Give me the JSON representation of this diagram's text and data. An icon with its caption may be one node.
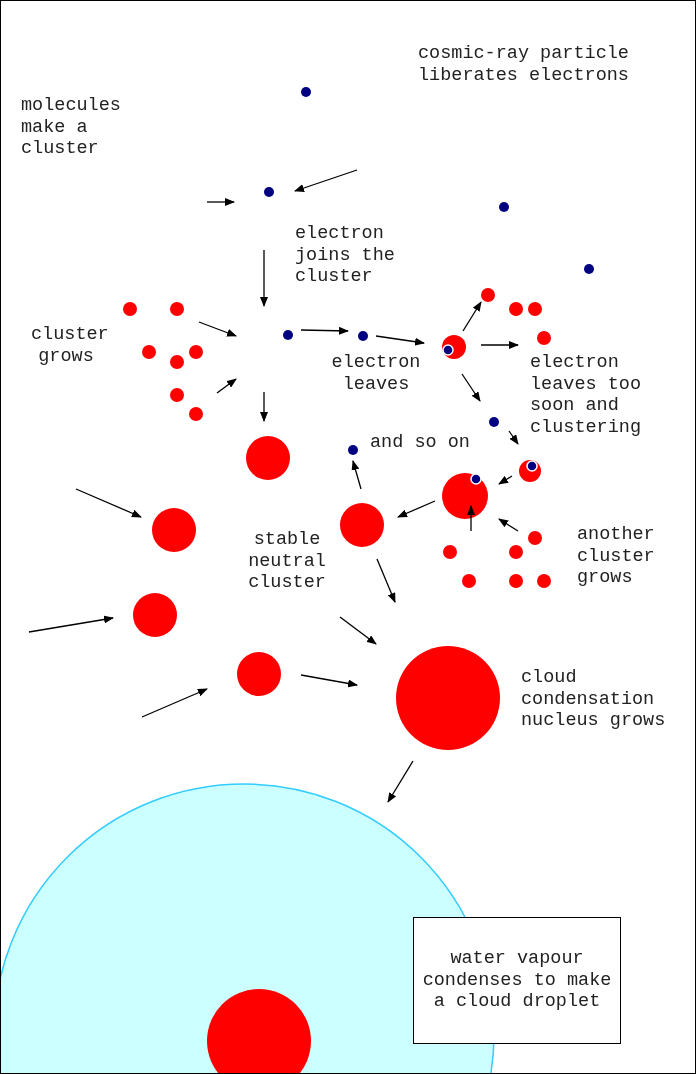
{
  "diagram": {
    "nodes": [
      {
        "text": [
          "water vapour condenses to make a cloud droplet"
        ]
      }
    ],
    "edges": [],
    "labels": [
      "cosmic-ray particle liberates electrons",
      "molecules make a cluster",
      "electron joins the cluster",
      "cluster grows",
      "electron leaves",
      "electron leaves too soon and clustering",
      "and so on",
      "stable neutral cluster",
      "another cluster grows",
      "cloud condensation nucleus grows"
    ]
  }
}
